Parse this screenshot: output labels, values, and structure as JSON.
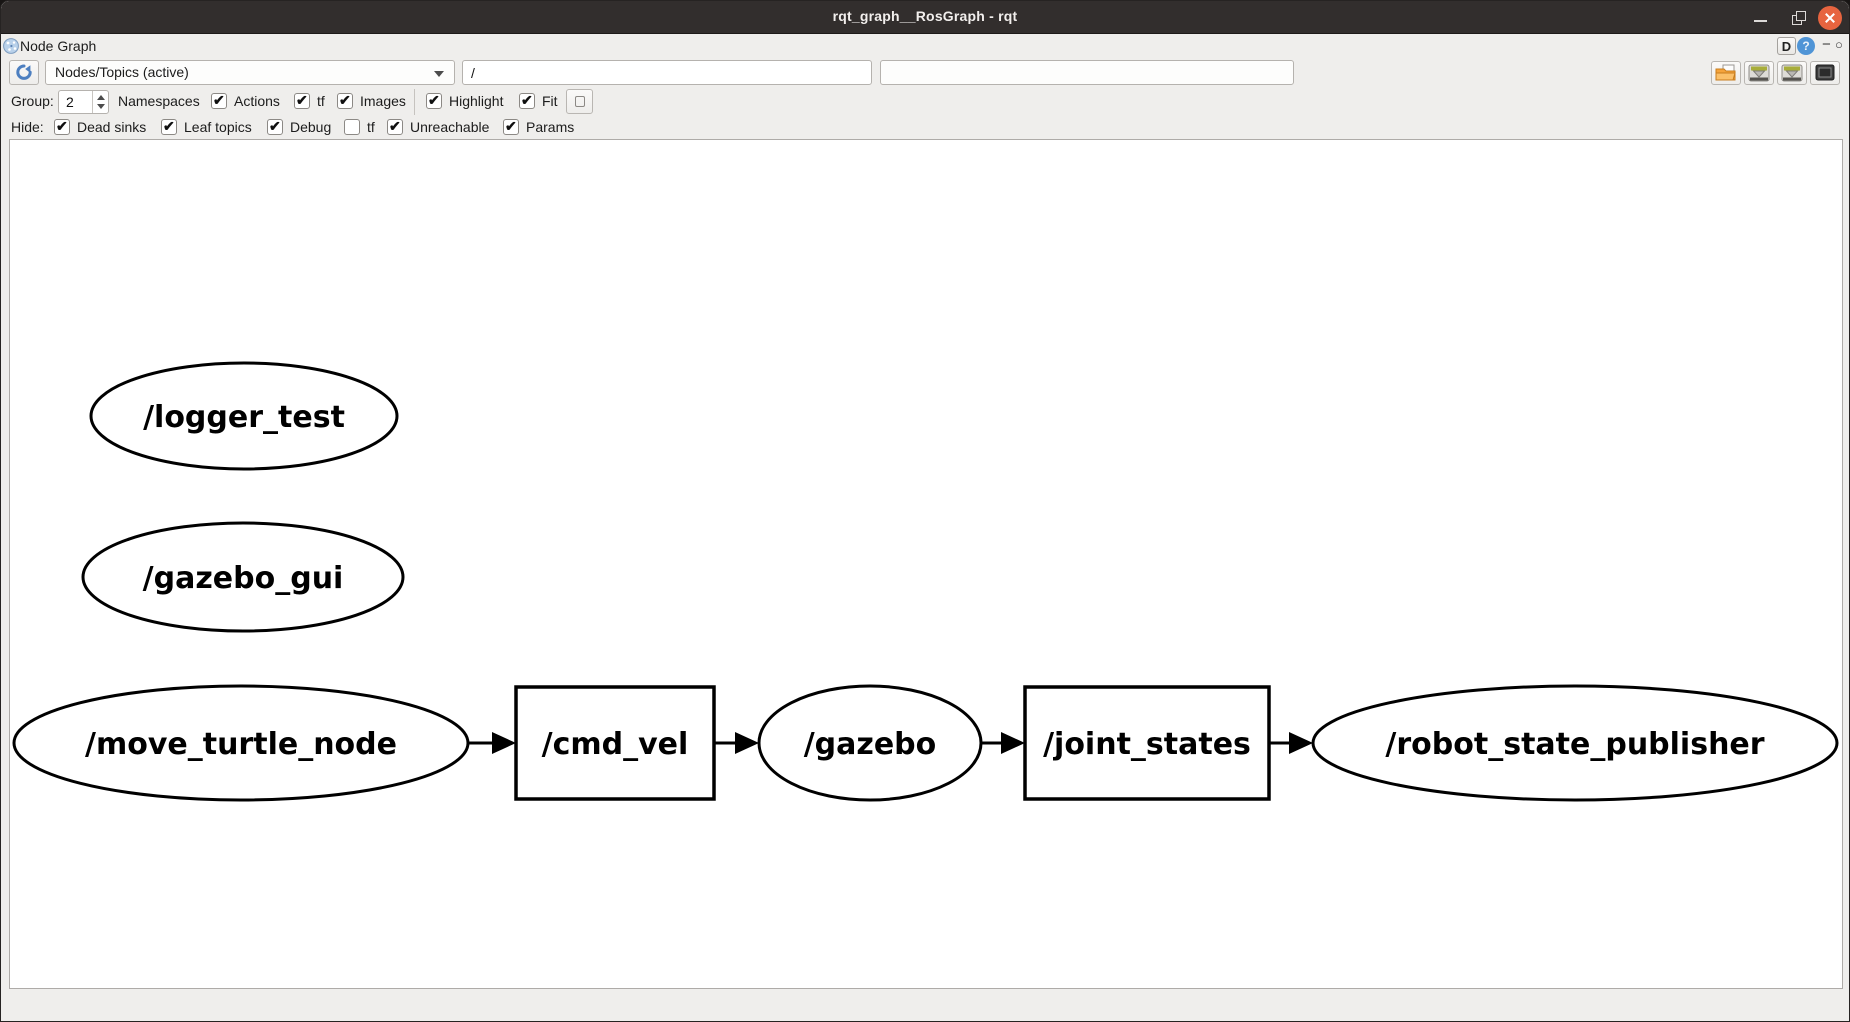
{
  "window": {
    "title": "rqt_graph__RosGraph - rqt"
  },
  "dock": {
    "title": "Node Graph",
    "badge": "D",
    "help": "?",
    "minimize_glyph": "−",
    "close_glyph": "○"
  },
  "toolbar": {
    "graph_type": "Nodes/Topics (active)",
    "filter_value": "/",
    "topic_filter_value": ""
  },
  "options": {
    "group_label": "Group:",
    "group_value": "2",
    "namespaces_label": "Namespaces",
    "actions": {
      "label": "Actions",
      "checked": true
    },
    "tf": {
      "label": "tf",
      "checked": true
    },
    "images": {
      "label": "Images",
      "checked": true
    },
    "highlight": {
      "label": "Highlight",
      "checked": true
    },
    "fit": {
      "label": "Fit",
      "checked": true
    }
  },
  "hide": {
    "label": "Hide:",
    "dead_sinks": {
      "label": "Dead sinks",
      "checked": true
    },
    "leaf_topics": {
      "label": "Leaf topics",
      "checked": true
    },
    "debug": {
      "label": "Debug",
      "checked": true
    },
    "tf": {
      "label": "tf",
      "checked": false
    },
    "unreachable": {
      "label": "Unreachable",
      "checked": true
    },
    "params": {
      "label": "Params",
      "checked": true
    }
  },
  "graph": {
    "nodes": [
      {
        "label": "/logger_test",
        "shape": "ellipse"
      },
      {
        "label": "/gazebo_gui",
        "shape": "ellipse"
      },
      {
        "label": "/move_turtle_node",
        "shape": "ellipse"
      },
      {
        "label": "/cmd_vel",
        "shape": "box"
      },
      {
        "label": "/gazebo",
        "shape": "ellipse"
      },
      {
        "label": "/joint_states",
        "shape": "box"
      },
      {
        "label": "/robot_state_publisher",
        "shape": "ellipse"
      }
    ],
    "edges": [
      {
        "from": "/move_turtle_node",
        "to": "/cmd_vel"
      },
      {
        "from": "/cmd_vel",
        "to": "/gazebo"
      },
      {
        "from": "/gazebo",
        "to": "/joint_states"
      },
      {
        "from": "/joint_states",
        "to": "/robot_state_publisher"
      }
    ]
  },
  "colors": {
    "titlebar": "#322e2d",
    "close_button": "#e7643f",
    "window_bg": "#efeeec",
    "canvas_bg": "#ffffff",
    "node_stroke": "#000000",
    "accent_blue": "#4f94d6"
  }
}
